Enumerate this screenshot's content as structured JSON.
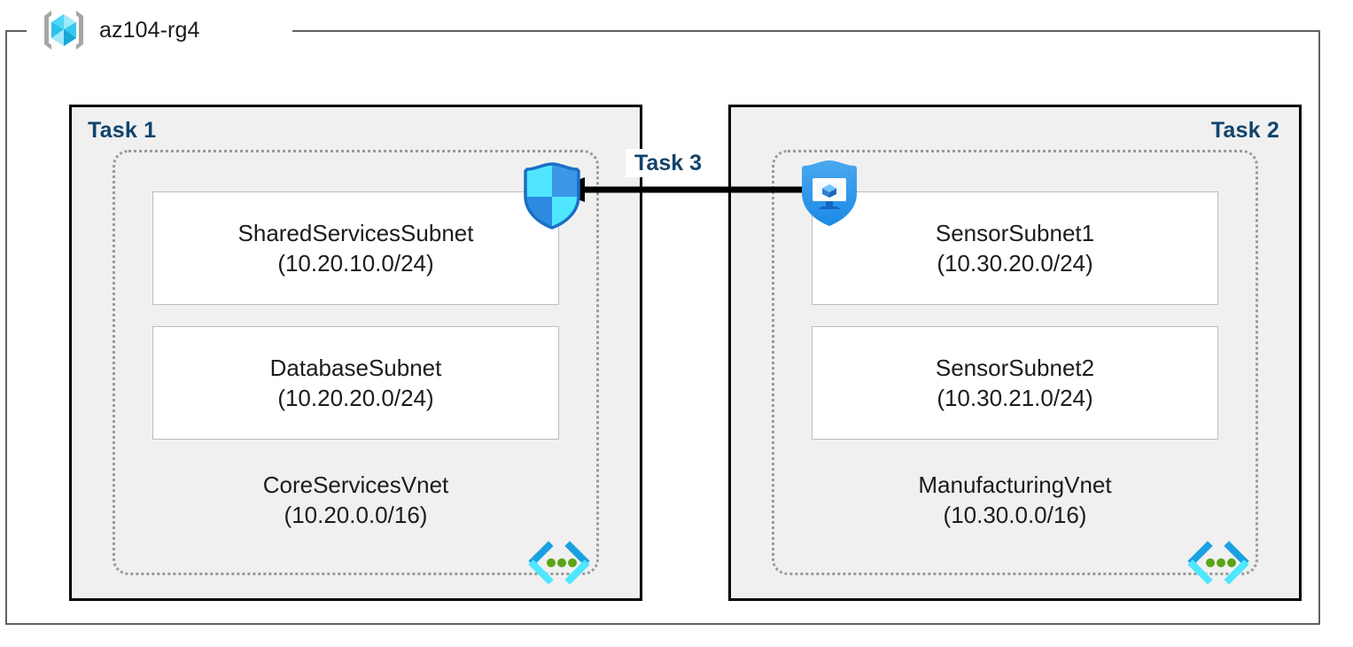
{
  "resource_group": {
    "name": "az104-rg4",
    "icon": "azure-resource-group-cube-icon"
  },
  "tasks": [
    {
      "label": "Task 1",
      "align": "left"
    },
    {
      "label": "Task 2",
      "align": "right"
    },
    {
      "label": "Task 3",
      "align": "center"
    }
  ],
  "vnets": [
    {
      "task_label": "Task 1",
      "name": "CoreServicesVnet",
      "cidr": "(10.20.0.0/16)",
      "icon": "vnet-brackets-icon",
      "subnets": [
        {
          "name": "SharedServicesSubnet",
          "cidr": "(10.20.10.0/24)"
        },
        {
          "name": "DatabaseSubnet",
          "cidr": "(10.20.20.0/24)"
        }
      ]
    },
    {
      "task_label": "Task 2",
      "name": "ManufacturingVnet",
      "cidr": "(10.30.0.0/16)",
      "icon": "vnet-brackets-icon",
      "subnets": [
        {
          "name": "SensorSubnet1",
          "cidr": "(10.30.20.0/24)"
        },
        {
          "name": "SensorSubnet2",
          "cidr": "(10.30.21.0/24)"
        }
      ]
    }
  ],
  "icons": {
    "shield_left": "network-security-group-shield-icon",
    "shield_right": "bastion-shield-monitor-icon",
    "peering_arrow": "peering-arrow-left-icon"
  },
  "colors": {
    "task_label": "#12436b",
    "panel_fill": "#f0f0f0",
    "panel_border": "#000000",
    "vnet_dotted_border": "#9a9a9a",
    "subnet_border": "#bdbdbd",
    "rg_boundary": "#616161",
    "text": "#1c1c1c",
    "accent_cyan": "#32c5f4",
    "accent_blue": "#0f7fd4",
    "accent_green": "#5aa417",
    "arrow": "#000000"
  }
}
